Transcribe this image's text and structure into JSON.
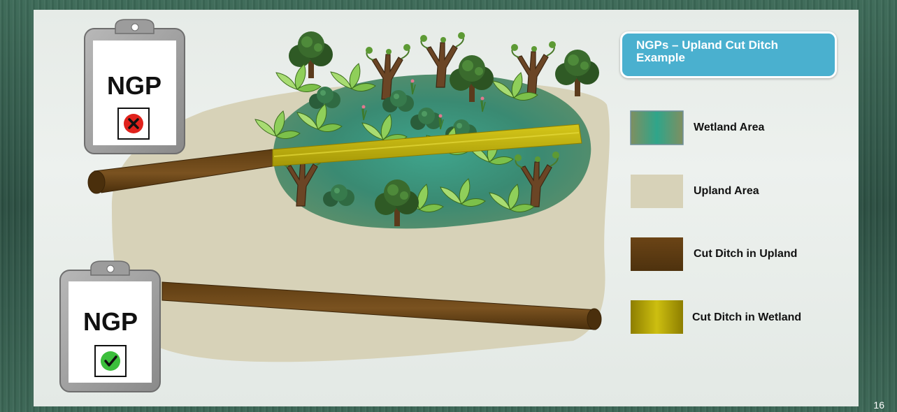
{
  "slide": {
    "title": "NGPs – Upland Cut Ditch Example",
    "page_number": "16"
  },
  "clipboards": [
    {
      "label": "NGP",
      "status": "not-allowed"
    },
    {
      "label": "NGP",
      "status": "allowed"
    }
  ],
  "legend": [
    {
      "label": "Wetland Area",
      "color": "#3f8c74"
    },
    {
      "label": "Upland Area",
      "color": "#d7d2b8"
    },
    {
      "label": "Cut Ditch in Upland",
      "color": "#5a3a12"
    },
    {
      "label": "Cut Ditch in Wetland",
      "color": "#b8ab05"
    }
  ],
  "colors": {
    "upland": "#d7d2b8",
    "wetland": "#3f8c74",
    "ditch_upland": "#5a3a12",
    "ditch_wetland": "#b8ab05",
    "x_mark": "#e0221c",
    "check_mark": "#3cbf3c",
    "title_bg": "#4ab0cf"
  }
}
